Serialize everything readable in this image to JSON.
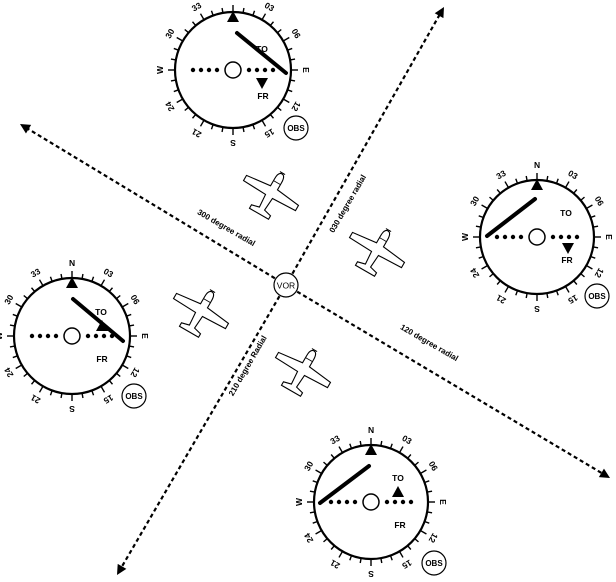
{
  "vor_label": "VOR",
  "radials": [
    {
      "bearing": 30,
      "label": "030 degree radial"
    },
    {
      "bearing": 120,
      "label": "120 degree radial"
    },
    {
      "bearing": 210,
      "label": "210 degree Radial"
    },
    {
      "bearing": 300,
      "label": "300 degree radial"
    }
  ],
  "compass_labels": [
    "N",
    "03",
    "06",
    "E",
    "12",
    "15",
    "S",
    "21",
    "24",
    "W",
    "30",
    "33"
  ],
  "instruments": [
    {
      "name": "instrument-top",
      "to": "TO",
      "fr": "FR",
      "active_flag": "FR",
      "obs": "OBS"
    },
    {
      "name": "instrument-right",
      "to": "TO",
      "fr": "FR",
      "active_flag": "FR",
      "obs": "OBS"
    },
    {
      "name": "instrument-left",
      "to": "TO",
      "fr": "FR",
      "active_flag": "TO",
      "obs": "OBS"
    },
    {
      "name": "instrument-bottom",
      "to": "TO",
      "fr": "FR",
      "active_flag": "TO",
      "obs": "OBS"
    }
  ],
  "aircraft_count": 4
}
